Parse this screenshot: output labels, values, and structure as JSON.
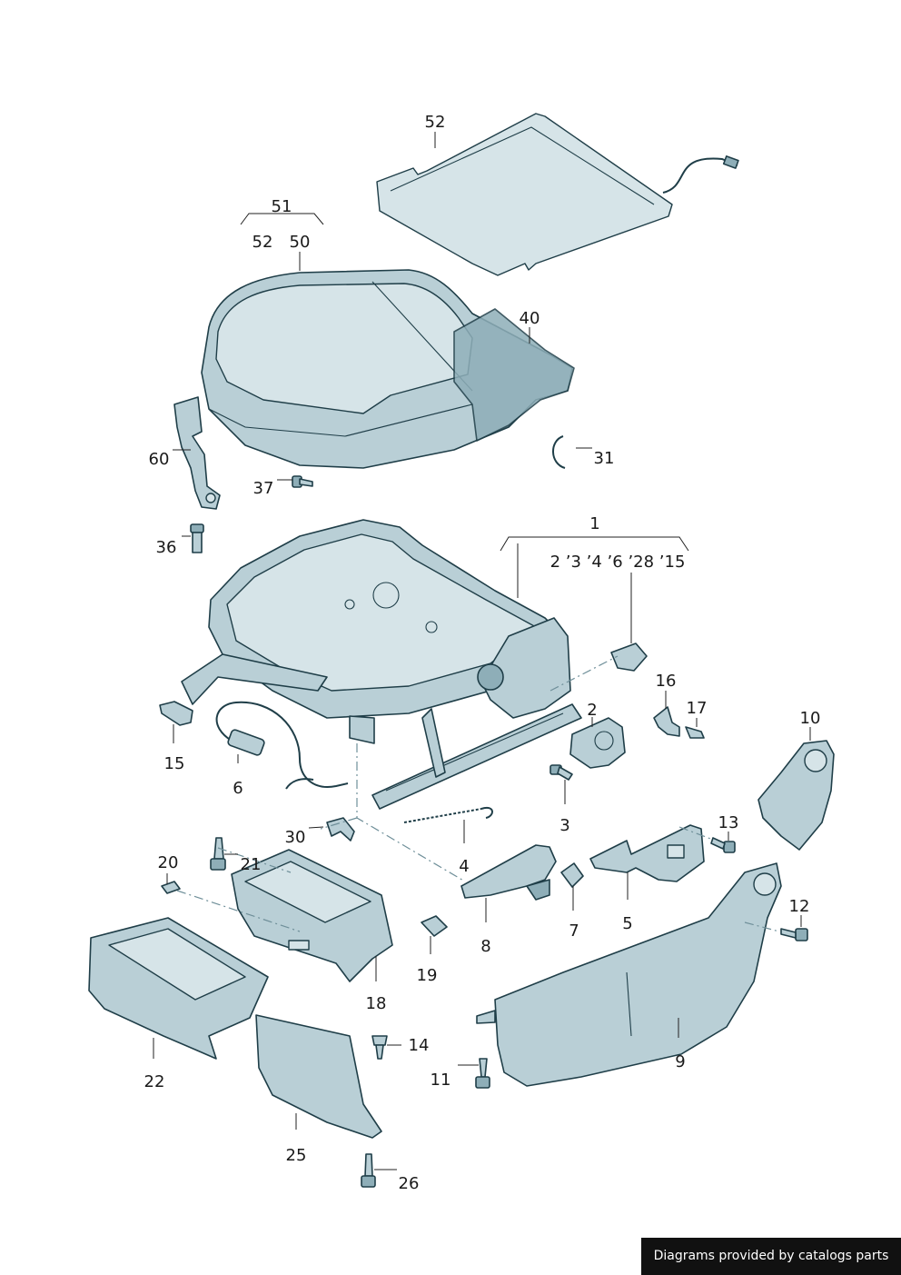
{
  "callouts": {
    "c52_top": "52",
    "c51": "51",
    "c52_left": "52",
    "c50": "50",
    "c40": "40",
    "c60": "60",
    "c37": "37",
    "c31": "31",
    "c36": "36",
    "c1": "1",
    "c1_sub": "2 ’3 ’4 ’6 ’28 ’15",
    "c15": "15",
    "c16": "16",
    "c17": "17",
    "c2": "2",
    "c10": "10",
    "c6": "6",
    "c3": "3",
    "c30": "30",
    "c13": "13",
    "c4": "4",
    "c20": "20",
    "c21": "21",
    "c12": "12",
    "c8": "8",
    "c7": "7",
    "c5": "5",
    "c19": "19",
    "c18": "18",
    "c14": "14",
    "c9": "9",
    "c22": "22",
    "c11": "11",
    "c25": "25",
    "c26": "26"
  },
  "footer": {
    "text": "Diagrams provided by catalogs parts"
  }
}
